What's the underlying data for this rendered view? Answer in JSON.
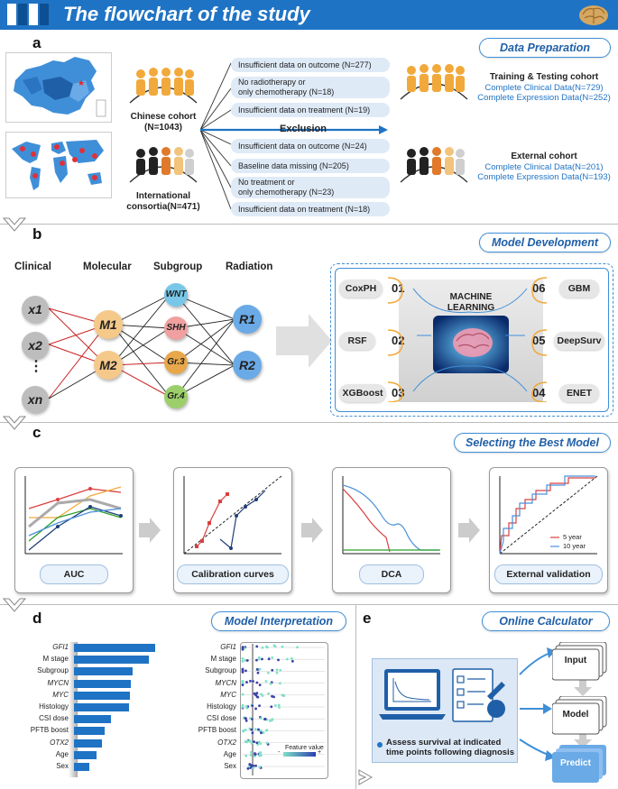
{
  "header": {
    "title": "The flowchart of the study"
  },
  "panels": {
    "a": "a",
    "b": "b",
    "c": "c",
    "d": "d",
    "e": "e"
  },
  "sections": {
    "a": "Data Preparation",
    "b": "Model Development",
    "c": "Selecting the Best Model",
    "d": "Model Interpretation",
    "e": "Online Calculator"
  },
  "cohorts": {
    "chinese": {
      "name": "Chinese cohort",
      "n": "(N=1043)"
    },
    "international": {
      "name": "International",
      "name2": "consortia(N=471)"
    },
    "training": {
      "title": "Training & Testing cohort",
      "clinical": "Complete Clinical Data(N=729)",
      "expression": "Complete Expression Data(N=252)"
    },
    "external": {
      "title": "External cohort",
      "clinical": "Complete Clinical Data(N=201)",
      "expression": "Complete Expression Data(N=193)"
    }
  },
  "exclusion": {
    "label": "Exclusion",
    "items": [
      {
        "l1": "Insufficient data on outcome (N=277)",
        "l2": ""
      },
      {
        "l1": "No radiotherapy or",
        "l2": "only chemotherapy (N=18)"
      },
      {
        "l1": "Insufficient data on treatment (N=19)",
        "l2": ""
      },
      {
        "l1": "Insufficient data on outcome (N=24)",
        "l2": ""
      },
      {
        "l1": "Baseline data missing (N=205)",
        "l2": ""
      },
      {
        "l1": "No treatment or",
        "l2": "only chemotherapy (N=23)"
      },
      {
        "l1": "Insufficient data on treatment (N=18)",
        "l2": ""
      }
    ]
  },
  "model": {
    "columns": [
      "Clinical",
      "Molecular",
      "Subgroup",
      "Radiation"
    ],
    "clinical_nodes": [
      "x1",
      "x2",
      "xn"
    ],
    "ellipsis": "⋮",
    "molecular_nodes": [
      "M1",
      "M2"
    ],
    "subgroup_nodes": [
      "WNT",
      "SHH",
      "Gr.3",
      "Gr.4"
    ],
    "radiation_nodes": [
      "R1",
      "R2"
    ],
    "ml_center": "MACHINE\nLEARNING",
    "ml_left": [
      {
        "name": "CoxPH",
        "num": "01"
      },
      {
        "name": "RSF",
        "num": "02"
      },
      {
        "name": "XGBoost",
        "num": "03"
      }
    ],
    "ml_right": [
      {
        "name": "GBM",
        "num": "06"
      },
      {
        "name": "DeepSurv",
        "num": "05"
      },
      {
        "name": "ENET",
        "num": "04"
      }
    ]
  },
  "selection": {
    "cards": [
      "AUC",
      "Calibration curves",
      "DCA",
      "External validation"
    ],
    "legend": [
      "5 year",
      "10 year"
    ],
    "colors": {
      "red": "#d94040",
      "blue": "#4a90d9",
      "green": "#2aa02a",
      "navy": "#1f3f7a",
      "gray": "#aaaaaa",
      "orange": "#f2a93b"
    }
  },
  "interpretation": {
    "features": [
      "GFI1",
      "M stage",
      "Subgroup",
      "MYCN",
      "MYC",
      "Histology",
      "CSI dose",
      "PFTB boost",
      "OTX2",
      "Age",
      "Sex"
    ],
    "italic": [
      true,
      false,
      false,
      true,
      true,
      false,
      false,
      false,
      true,
      false,
      false
    ],
    "importance": [
      1.0,
      0.92,
      0.72,
      0.7,
      0.69,
      0.68,
      0.46,
      0.38,
      0.34,
      0.28,
      0.19
    ],
    "legend_title": "Feature value",
    "legend_low": "-",
    "legend_high": "+"
  },
  "calculator": {
    "note": "Assess survival at indicated time points following diagnosis",
    "steps": [
      "Input",
      "Model",
      "Predict"
    ]
  }
}
